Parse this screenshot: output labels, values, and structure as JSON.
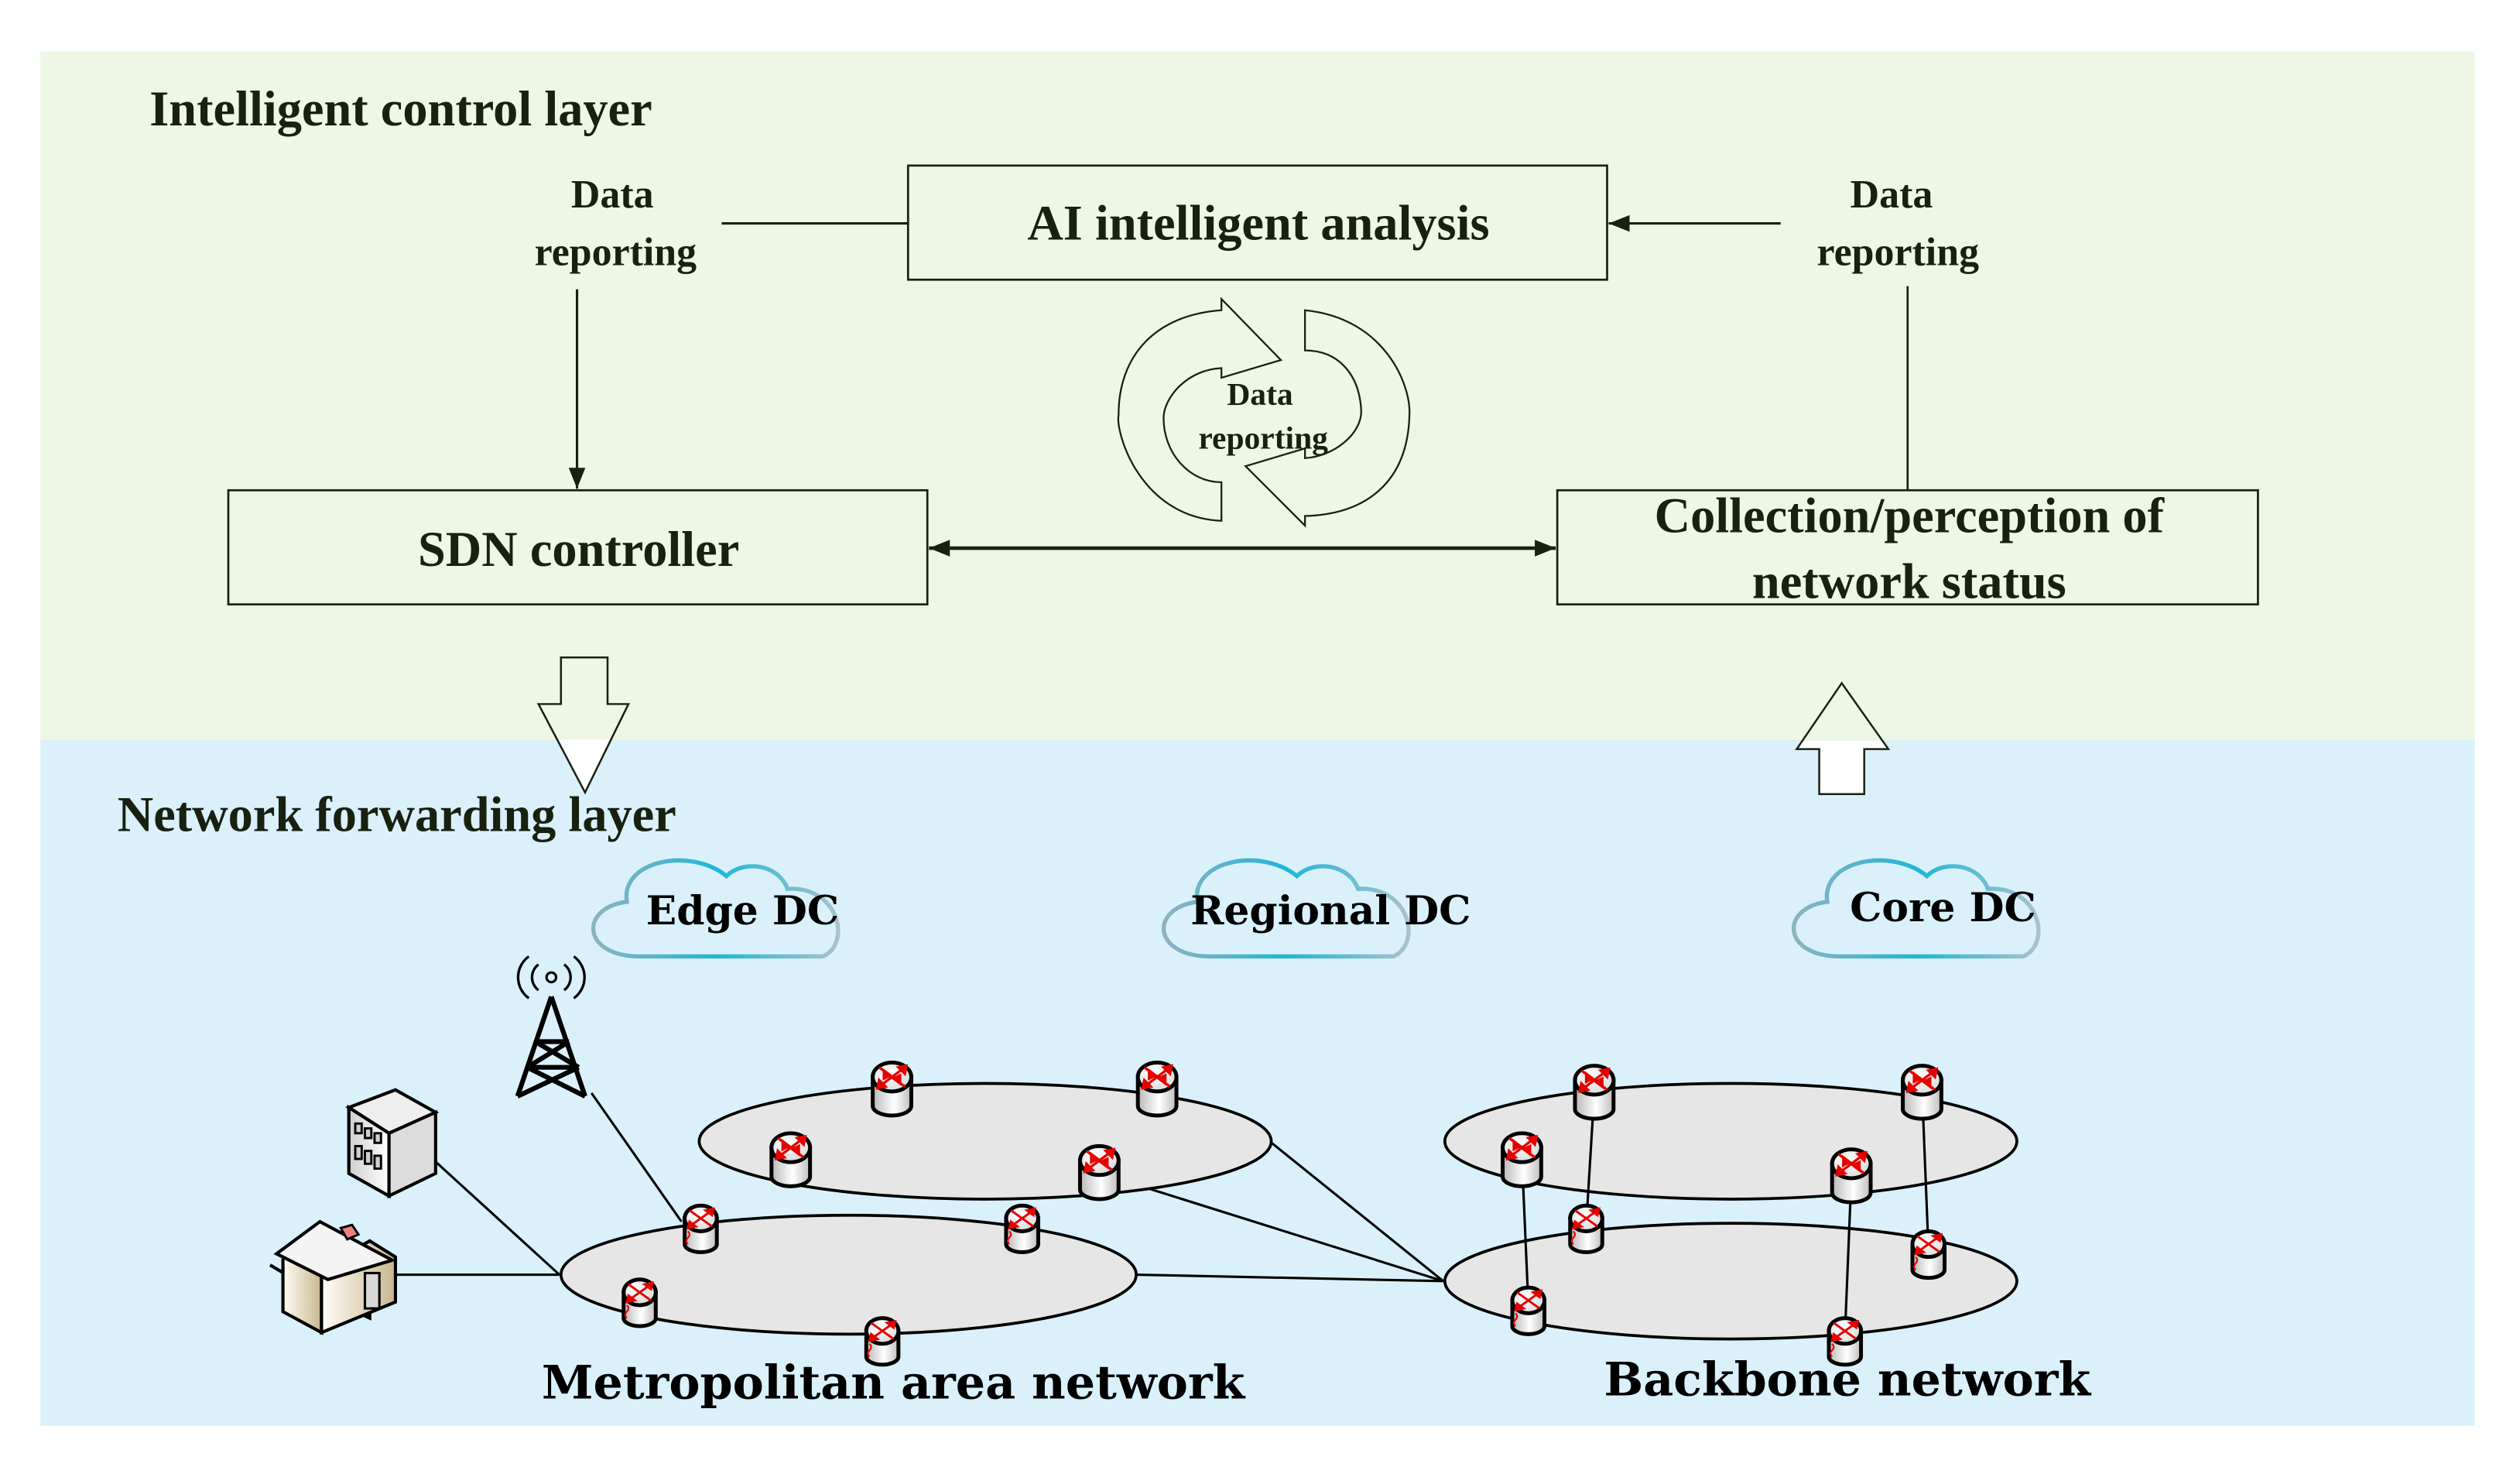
{
  "control_layer": {
    "title": "Intelligent control layer",
    "ai_box": "AI intelligent analysis",
    "sdn_box": "SDN controller",
    "collection_box": [
      "Collection/perception of",
      "network status"
    ],
    "left_report": [
      "Data",
      "reporting"
    ],
    "right_report": [
      "Data",
      "reporting"
    ],
    "cycle_label": [
      "Data",
      "reporting"
    ]
  },
  "forwarding_layer": {
    "title": "Network forwarding layer",
    "clouds": [
      "Edge DC",
      "Regional DC",
      "Core DC"
    ],
    "metro_label": "Metropolitan area network",
    "backbone_label": "Backbone network"
  },
  "colors": {
    "control_bg": "#eef7e6",
    "forwarding_bg": "#daf1fb",
    "ink": "#18200f",
    "router_arrow": "#e60000",
    "cloud_stroke": "#2aa9c9",
    "ring_fill": "#e6e6e6"
  }
}
